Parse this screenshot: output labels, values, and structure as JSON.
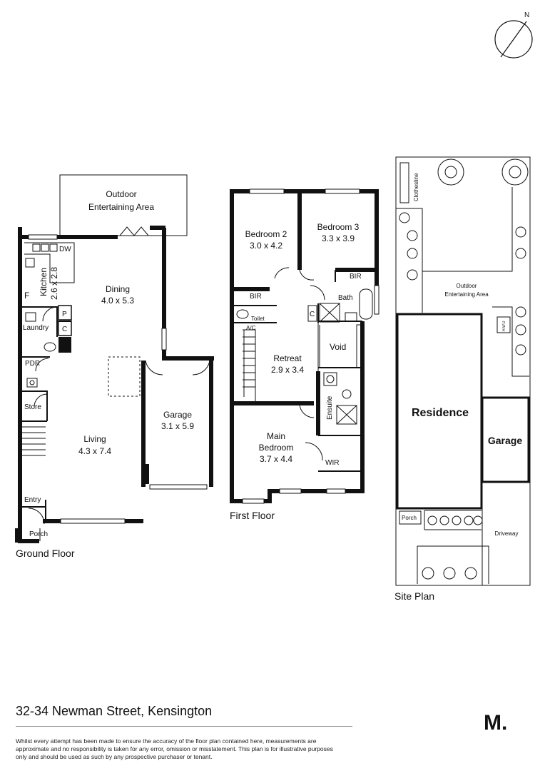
{
  "compass": {
    "north_label": "N"
  },
  "ground_floor": {
    "caption": "Ground Floor",
    "rooms": {
      "outdoor": {
        "name": "Outdoor",
        "name2": "Entertaining Area"
      },
      "dining": {
        "name": "Dining",
        "size": "4.0 x 5.3"
      },
      "kitchen": {
        "name": "Kitchen",
        "size": "2.6 x 2.8"
      },
      "dw": "DW",
      "fridge": "F",
      "pantry": "P",
      "laundry": "Laundry",
      "cupboard": "C",
      "pdr": "PDR",
      "store": "Store",
      "living": {
        "name": "Living",
        "size": "4.3 x 7.4"
      },
      "garage": {
        "name": "Garage",
        "size": "3.1 x 5.9"
      },
      "entry": "Entry",
      "porch": "Porch"
    }
  },
  "first_floor": {
    "caption": "First Floor",
    "rooms": {
      "bedroom2": {
        "name": "Bedroom 2",
        "size": "3.0 x 4.2"
      },
      "bedroom3": {
        "name": "Bedroom 3",
        "size": "3.3 x 3.9"
      },
      "bir2": "BIR",
      "bir3": "BIR",
      "bath": "Bath",
      "toilet": "Toilet",
      "ac": "A/C",
      "cupboard": "C",
      "void": "Void",
      "retreat": {
        "name": "Retreat",
        "size": "2.9 x 3.4"
      },
      "ensuite": "Ensuite",
      "main_bedroom": {
        "name": "Main",
        "name2": "Bedroom",
        "size": "3.7 x 4.4"
      },
      "wir": "WIR"
    }
  },
  "site_plan": {
    "caption": "Site Plan",
    "labels": {
      "clothesline": "Clothesline",
      "outdoor": "Outdoor",
      "outdoor2": "Entertaining Area",
      "hwu": "H.W.U",
      "residence": "Residence",
      "garage": "Garage",
      "porch": "Porch",
      "driveway": "Driveway"
    }
  },
  "footer": {
    "address": "32-34 Newman Street, Kensington",
    "brand": "M.",
    "disclaimer": "Whilst every attempt has been made to ensure the accuracy of the floor plan contained here, measurements are approximate and no responsibility is taken for any error, omission or misstatement. This plan is for illustrative purposes only and should be used as such by any prospective purchaser or tenant."
  }
}
